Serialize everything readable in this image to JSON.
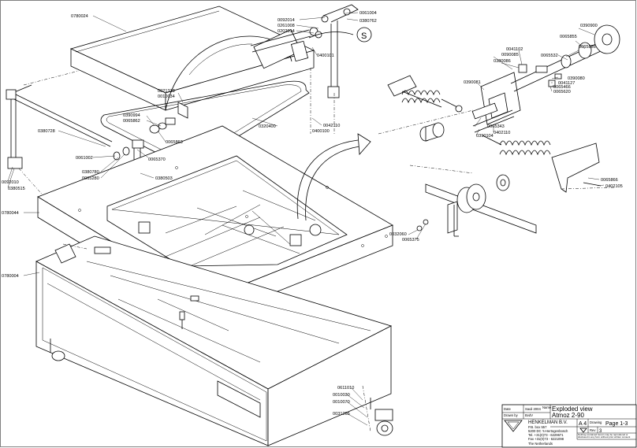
{
  "part_numbers": {
    "p0780024": "0780024",
    "p0061004": "0061004",
    "p0092014": "0092014",
    "p0380762": "0380762",
    "p0261008": "0261008",
    "p0202014": "0202014",
    "p0400101": "0400101",
    "p0021318": "0021318",
    "p0010034": "0010034",
    "p0390994": "0390994",
    "p0065862": "0065862",
    "p0065863": "0065863",
    "p0320400": "0320400",
    "p0042110": "0042110",
    "p0400100": "0400100",
    "p0380728": "0380728",
    "p0061002": "0061002",
    "p0380780": "0380780",
    "p0065280": "0065280",
    "p0065370": "0065370",
    "p0380503": "0380503",
    "p0092010": "0092010",
    "p0380515": "0380515",
    "p0780044": "0780044",
    "p0780004": "0780004",
    "p0390900": "0390900",
    "p0065855": "0065855",
    "p0065856": "0065856",
    "p0065532": "0065532",
    "p0041102": "0041102",
    "p0090085": "0090085",
    "p0380086": "0380086",
    "p0390080": "0390080",
    "p0041127": "0041127",
    "p0065466": "0065466",
    "p0065620": "0065620",
    "p0390081": "0390081",
    "p0065343": "0065343",
    "p0402110": "0402110",
    "p0390104": "0390104",
    "p0065866": "0065866",
    "p0402105": "0402105",
    "p0032060": "0032060",
    "p0065375": "0065375",
    "p0611010": "0611010",
    "p0010030": "0010030",
    "p0010070": "0010070",
    "p0031265": "0031265"
  },
  "callout_letter": "S",
  "title_block": {
    "date_label": "Date",
    "date_value": "Sauli 2004",
    "drawn_label": "Drawn by",
    "drawn_value": "BvdV",
    "name_label": "Name",
    "title_line1": "Exploded view",
    "title_line2": "Atmoz 2-90",
    "company": "HENKELMAN B.V.",
    "address_line1": "P.B. box    557",
    "address_line2": "5200 DC    's-Hertogenbosch",
    "address_line3": "Tel. +31(0)73 - 6229671",
    "address_line4": "Fax +31(0)73 - 6221098",
    "address_line5": "The Netherlands",
    "format": "A 4",
    "drawing_label": "Drawing",
    "page_text": "Page 1-3",
    "rev_label": "Rev",
    "rev_value": "3",
    "disclaimer": "Nothing contained herein may be reproduced or disclosed in any form without prior written consent"
  }
}
